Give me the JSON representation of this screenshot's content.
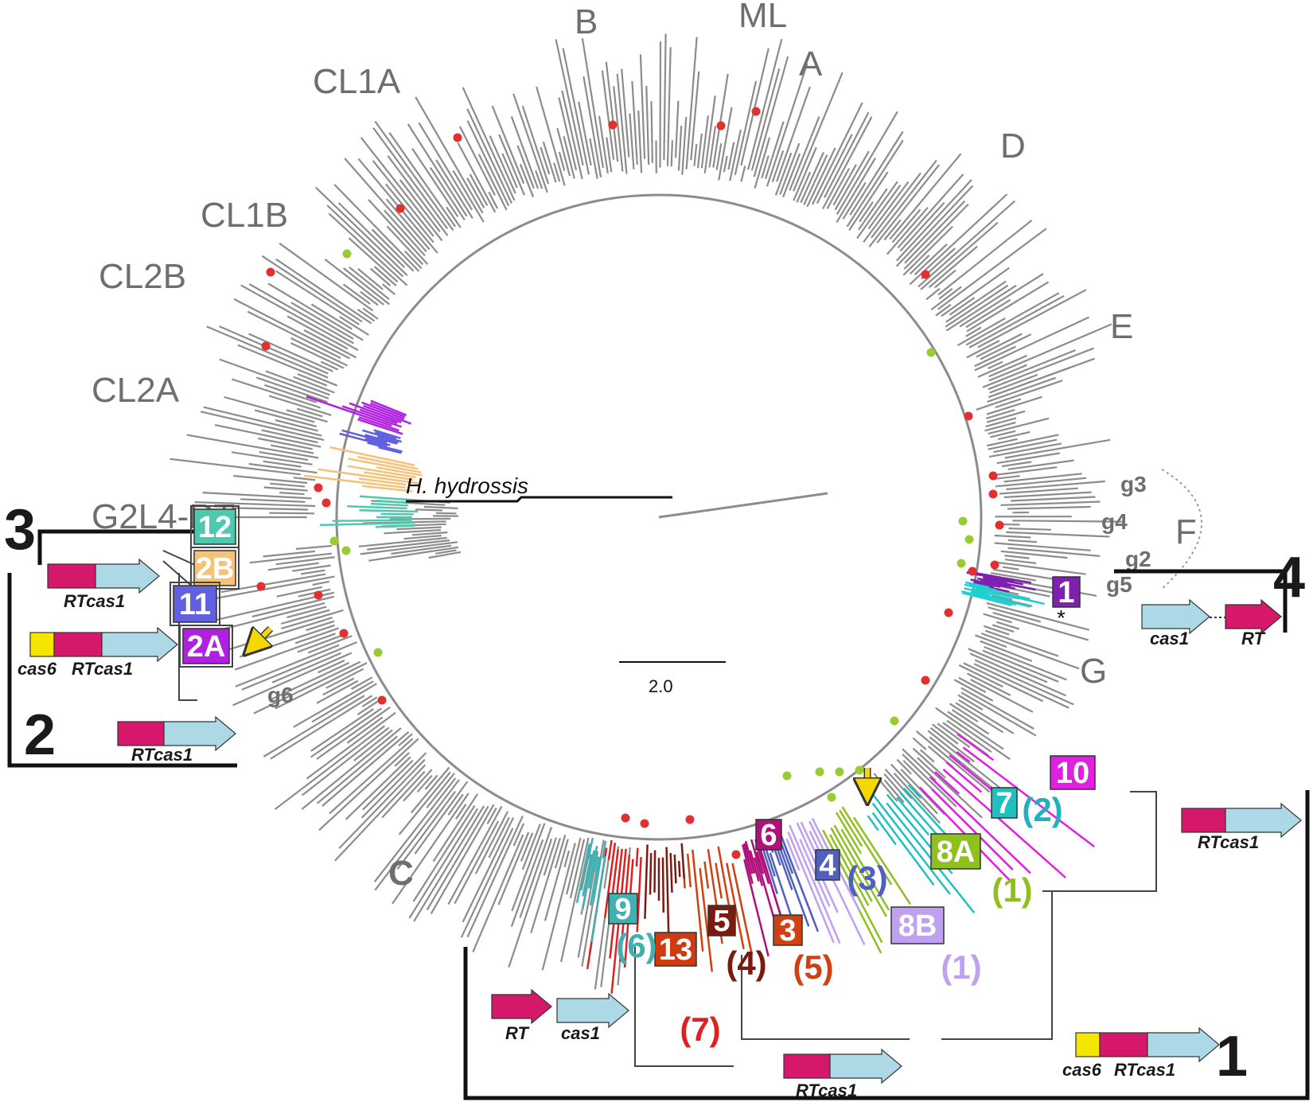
{
  "clade_labels": [
    "B",
    "ML",
    "A",
    "CL1A",
    "D",
    "CL1B",
    "CL2B",
    "E",
    "CL2A",
    "G2L4-RT",
    "C",
    "F",
    "G"
  ],
  "subgroup_labels": [
    "g3",
    "g4",
    "g2",
    "g5",
    "g6"
  ],
  "outgroup_label": "H. hydrossis",
  "scale_bar_label": "2.0",
  "group_numbers": [
    "1",
    "2",
    "3",
    "4"
  ],
  "asterisk": "*",
  "clade_boxes": [
    {
      "label": "12",
      "color": "#4ec9b0"
    },
    {
      "label": "2B",
      "color": "#f5c27a"
    },
    {
      "label": "11",
      "color": "#6060e0"
    },
    {
      "label": "2A",
      "color": "#b020e0"
    },
    {
      "label": "1",
      "color": "#8020b0"
    },
    {
      "label": "10",
      "color": "#e020e0"
    },
    {
      "label": "7",
      "color": "#20c0c0"
    },
    {
      "label": "8A",
      "color": "#90c020"
    },
    {
      "label": "6",
      "color": "#b0107a"
    },
    {
      "label": "4",
      "color": "#5060c0"
    },
    {
      "label": "8B",
      "color": "#c0a0f0"
    },
    {
      "label": "9",
      "color": "#40b0b0"
    },
    {
      "label": "5",
      "color": "#7a1a10"
    },
    {
      "label": "3",
      "color": "#d04010"
    },
    {
      "label": "13",
      "color": "#d03a10"
    }
  ],
  "counts": [
    {
      "label": "(2)",
      "color": "#20b0c0"
    },
    {
      "label": "(1)",
      "color": "#90c020"
    },
    {
      "label": "(3)",
      "color": "#5060c0"
    },
    {
      "label": "(1)",
      "color": "#c0a0f0"
    },
    {
      "label": "(6)",
      "color": "#40b0b0"
    },
    {
      "label": "(4)",
      "color": "#7a1a10"
    },
    {
      "label": "(5)",
      "color": "#d04010"
    },
    {
      "label": "(7)",
      "color": "#e02020"
    }
  ],
  "gene_labels": {
    "rt": "RT",
    "cas1": "cas1",
    "cas6": "cas6",
    "rtcas1": "RTcas1"
  },
  "colors": {
    "tree": "#8c8c8c",
    "rt_gene": "#d6186b",
    "cas1_gene": "#add8e6",
    "cas6_gene": "#f5e600",
    "node_red": "#e03030",
    "node_green": "#99cc33",
    "arrow_yellow": "#f5d800"
  }
}
